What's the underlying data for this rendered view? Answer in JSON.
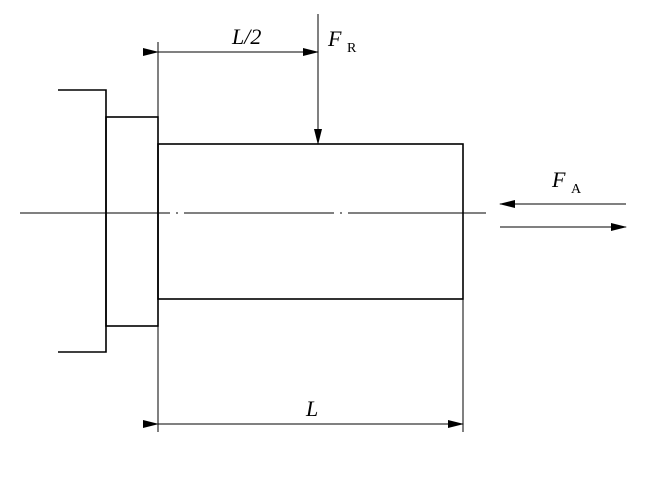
{
  "labels": {
    "half_length": "L/2",
    "length": "L",
    "radial_force": "F",
    "radial_force_sub": "R",
    "axial_force": "F",
    "axial_force_sub": "A"
  }
}
